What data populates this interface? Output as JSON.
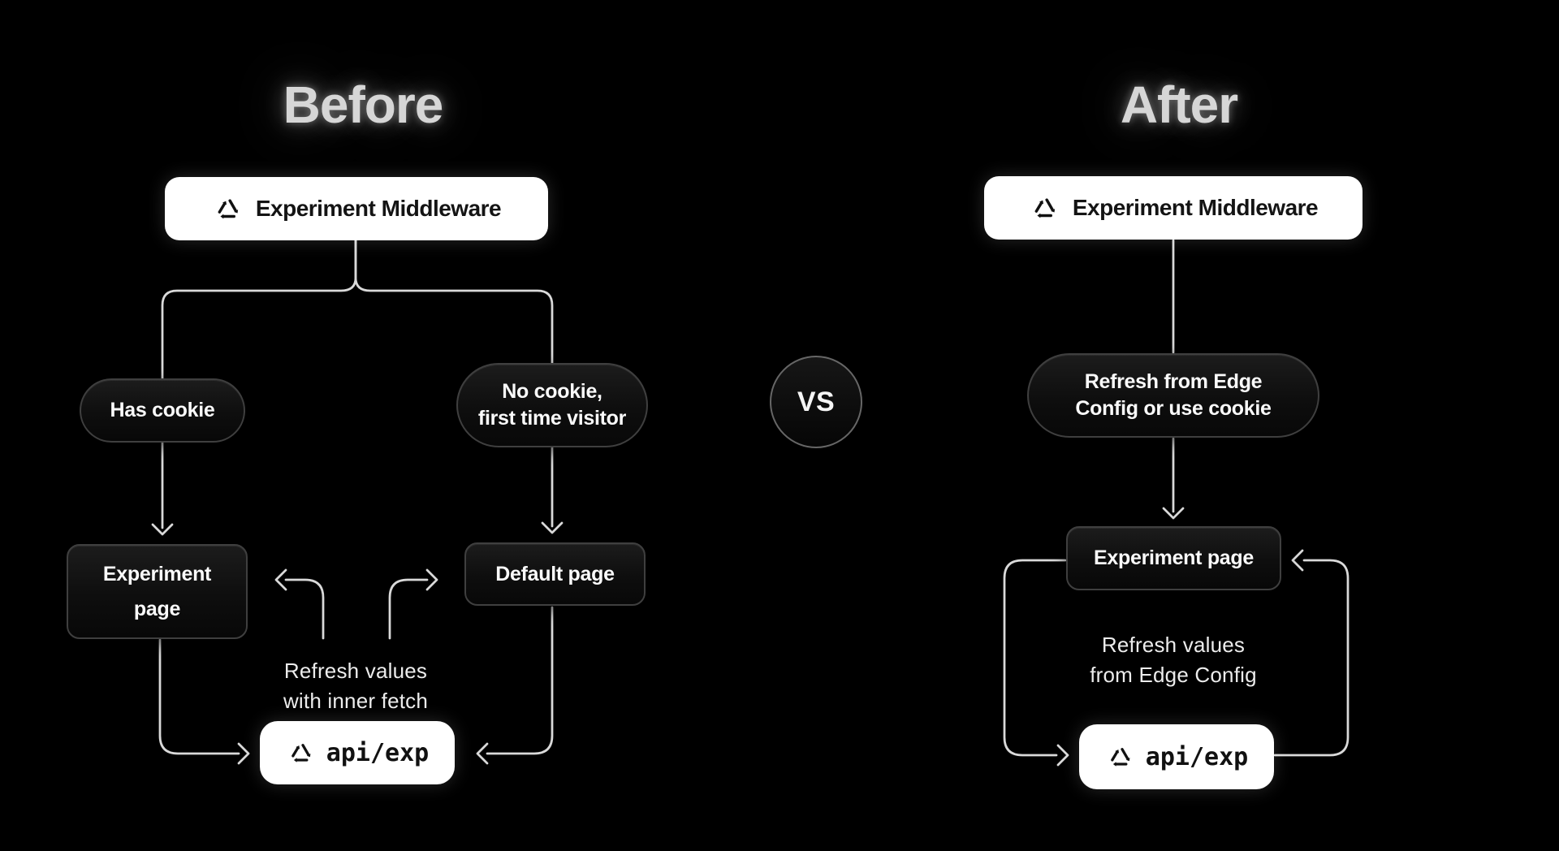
{
  "meta": {
    "background": "#000000",
    "line_color": "#d9d9d9",
    "node_border_color": "#3f3f3f",
    "white_box_color": "#ffffff"
  },
  "before": {
    "title": "Before",
    "middleware_label": "Experiment Middleware",
    "has_cookie_label": "Has cookie",
    "no_cookie_line1": "No cookie,",
    "no_cookie_line2": "first time visitor",
    "experiment_page_line1": "Experiment",
    "experiment_page_line2": "page",
    "default_page_label": "Default page",
    "refresh_line1": "Refresh values",
    "refresh_line2": "with inner fetch",
    "api_label": "api/exp"
  },
  "divider": {
    "vs_label": "VS"
  },
  "after": {
    "title": "After",
    "middleware_label": "Experiment Middleware",
    "pill_line1": "Refresh from Edge",
    "pill_line2": "Config or use cookie",
    "experiment_page_label": "Experiment page",
    "refresh_line1": "Refresh values",
    "refresh_line2": "from Edge Config",
    "api_label": "api/exp"
  }
}
